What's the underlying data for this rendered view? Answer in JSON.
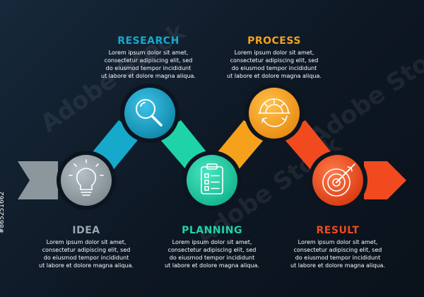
{
  "watermark": "Adobe Stock",
  "stock_id": "#865251662",
  "colors": {
    "background": "#0f1b28",
    "idea": "#9aa6ad",
    "research": "#17a9cc",
    "planning": "#1fd3a8",
    "process": "#f6a11c",
    "result": "#f04a1e"
  },
  "steps": [
    {
      "title": "IDEA",
      "icon": "lightbulb-icon",
      "desc": "Lorem ipsum dolor sit amet,\nconsectetur adipiscing elit, sed\ndo eiusmod tempor incididunt\nut labore et dolore magna aliqua."
    },
    {
      "title": "RESEARCH",
      "icon": "magnifier-icon",
      "desc": "Lorem ipsum dolor sit amet,\nconsectetur adipiscing elit, sed\ndo eiusmod tempor incididunt\nut labore et dolore magna aliqua."
    },
    {
      "title": "PLANNING",
      "icon": "clipboard-checklist-icon",
      "desc": "Lorem ipsum dolor sit amet,\nconsectetur adipiscing elit, sed\ndo eiusmod tempor incididunt\nut labore et dolore magna aliqua."
    },
    {
      "title": "PROCESS",
      "icon": "gear-cycle-icon",
      "desc": "Lorem ipsum dolor sit amet,\nconsectetur adipiscing elit, sed\ndo eiusmod tempor incididunt\nut labore et dolore magna aliqua."
    },
    {
      "title": "RESULT",
      "icon": "target-arrow-icon",
      "desc": "Lorem ipsum dolor sit amet,\nconsectetur adipiscing elit, sed\ndo eiusmod tempor incididunt\nut labore et dolore magna aliqua."
    }
  ]
}
